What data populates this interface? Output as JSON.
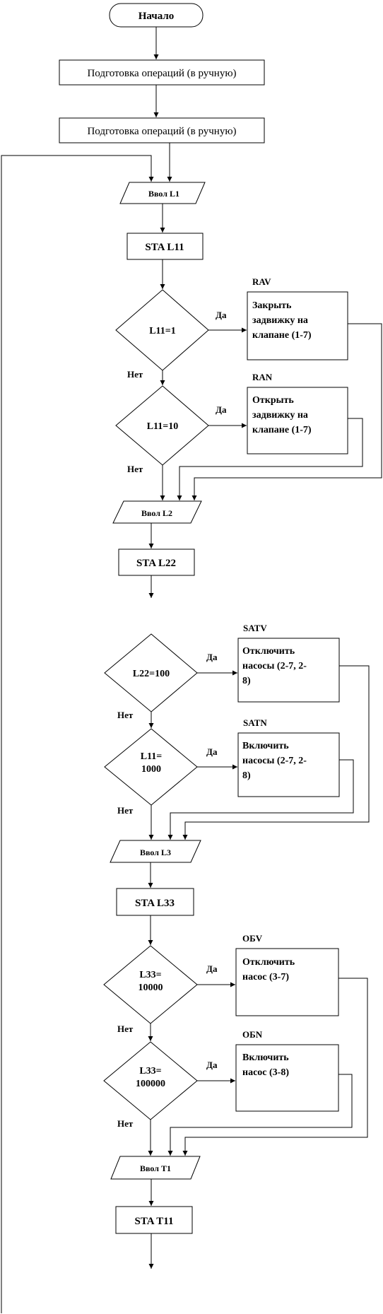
{
  "flow": {
    "start": "Начало",
    "prep1": "Подготовка операций (в ручную)",
    "prep2": "Подготовка операций (в ручную)",
    "input_l1": "Ввол L1",
    "sta_l11": "STA L11",
    "dec_l11_1": "L11=1",
    "rav_tag": "RAV",
    "rav_action": [
      "Закрыть",
      "задвижку на",
      "клапане (1-7)"
    ],
    "dec_l11_10": "L11=10",
    "ran_tag": "RAN",
    "ran_action": [
      "Открыть",
      "задвижку на",
      "клапане (1-7)"
    ],
    "input_l2": "Ввол L2",
    "sta_l22": "STA L22",
    "dec_l22_100": "L22=100",
    "satv_tag": "SATV",
    "satv_action": [
      "Отключить",
      "насосы (2-7, 2-",
      "8)"
    ],
    "dec_l11_1000": [
      "L11=",
      "1000"
    ],
    "satn_tag": "SATN",
    "satn_action": [
      "Включить",
      "насосы (2-7, 2-",
      "8)"
    ],
    "input_l3": "Ввол L3",
    "sta_l33": "STA L33",
    "dec_l33_10000": [
      "L33=",
      "10000"
    ],
    "obv_tag": "OБV",
    "obv_action": [
      "Отключить",
      "насос (3-7)"
    ],
    "dec_l33_100000": [
      "L33=",
      "100000"
    ],
    "obn_tag": "OБN",
    "obn_action": [
      "Включить",
      "насос (3-8)"
    ],
    "input_t1": "Ввол T1",
    "sta_t11": "STA T11",
    "yes": "Да",
    "no": "Нет"
  }
}
